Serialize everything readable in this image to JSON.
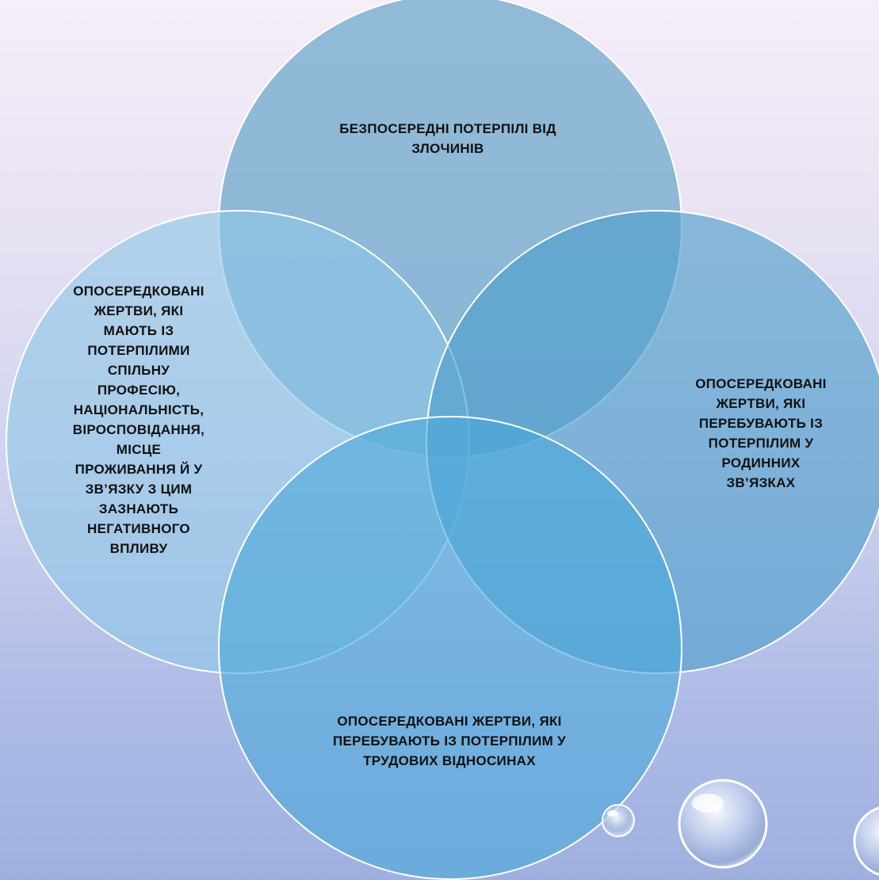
{
  "diagram": {
    "type": "venn-four-circles",
    "colors": {
      "circle_top": "#7aaed0",
      "circle_left": "#8ec6e6",
      "circle_right": "#4c9ccb",
      "circle_bottom": "#4aa8da",
      "circle_stroke": "#ffffff",
      "text": "#111111"
    },
    "circles": {
      "top": {
        "label": "БЕЗПОСЕРЕДНІ ПОТЕРПІЛІ ВІД\nЗЛОЧИНІВ"
      },
      "left": {
        "label": "ОПОСЕРЕДКОВАНІ\nЖЕРТВИ, ЯКІ\nМАЮТЬ ІЗ\nПОТЕРПІЛИМИ\nСПІЛЬНУ\nПРОФЕСІЮ,\nНАЦІОНАЛЬНІСТЬ,\nВІРОСПОВІДАННЯ,\nМІСЦЕ\nПРОЖИВАННЯ Й У\nЗВ’ЯЗКУ З ЦИМ\nЗАЗНАЮТЬ\nНЕГАТИВНОГО\nВПЛИВУ"
      },
      "right": {
        "label": "ОПОСЕРЕДКОВАНІ\nЖЕРТВИ, ЯКІ\nПЕРЕБУВАЮТЬ ІЗ\nПОТЕРПІЛИМ У\nРОДИННИХ\nЗВ’ЯЗКАХ"
      },
      "bottom": {
        "label": "ОПОСЕРЕДКОВАНІ ЖЕРТВИ, ЯКІ\nПЕРЕБУВАЮТЬ ІЗ ПОТЕРПІЛИМ У\nТРУДОВИХ ВІДНОСИНАХ"
      }
    },
    "decorations": [
      "water-droplet",
      "water-droplet",
      "water-droplet"
    ]
  }
}
